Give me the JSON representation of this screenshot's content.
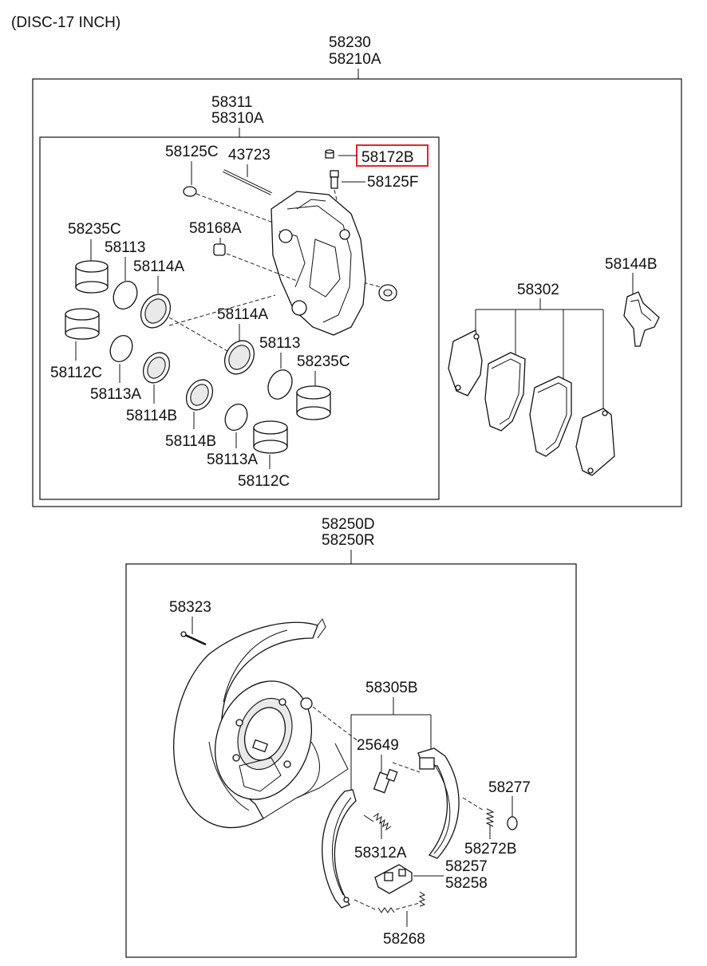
{
  "heading": "(DISC-17 INCH)",
  "assembly_caliper": {
    "codes": [
      "58230",
      "58210A"
    ]
  },
  "caliper_body": {
    "codes": [
      "58311",
      "58310A"
    ]
  },
  "callouts": {
    "c58125C": "58125C",
    "c43723": "43723",
    "c58172B": "58172B",
    "c58125F": "58125F",
    "c58235C_top": "58235C",
    "c58113_top": "58113",
    "c58168A": "58168A",
    "c58114A_top": "58114A",
    "c58114A_mid": "58114A",
    "c58113_mid": "58113",
    "c58235C_mid": "58235C",
    "c58112C_left": "58112C",
    "c58113A_left": "58113A",
    "c58114B_left": "58114B",
    "c58114B_mid": "58114B",
    "c58113A_mid": "58113A",
    "c58112C_mid": "58112C",
    "c58302": "58302",
    "c58144B": "58144B"
  },
  "assembly_backplate": {
    "codes": [
      "58250D",
      "58250R"
    ]
  },
  "callouts_lower": {
    "c58323": "58323",
    "c58305B": "58305B",
    "c25649": "25649",
    "c58277": "58277",
    "c58312A": "58312A",
    "c58272B": "58272B",
    "c58257": "58257",
    "c58258": "58258",
    "c58268": "58268"
  },
  "highlight": {
    "part": "58172B",
    "color": "#e8232a"
  }
}
